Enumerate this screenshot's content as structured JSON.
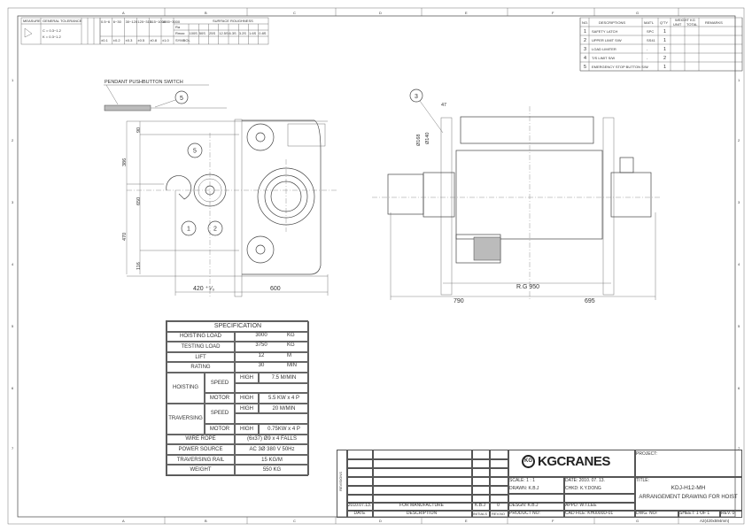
{
  "zones": {
    "cols": [
      "A",
      "B",
      "C",
      "D",
      "E",
      "F",
      "G"
    ],
    "rows": [
      "1",
      "2",
      "3",
      "4",
      "5",
      "6",
      "7"
    ]
  },
  "tolerance_table": {
    "headers": [
      "MEASURE",
      "GENERAL TOLERANCE"
    ],
    "tol_lines": [
      "C = 0.3~1.2",
      "K = 0.3~1.2"
    ],
    "ranges": [
      "0.5~6",
      "6~30",
      "30~120",
      "120~315",
      "315~1000",
      "1000~3000"
    ],
    "values": [
      "±0.1",
      "±0.2",
      "±0.3",
      "±0.5",
      "±0.8",
      "±1.0"
    ],
    "surface_title": "SURFACE ROUGHNESS",
    "rough_labels": [
      "Ra",
      "Rmax",
      "SYMBOL"
    ],
    "rough_values": [
      "100S",
      "50S",
      "25S",
      "12.5S",
      "6.3S",
      "3.2S",
      "1.6S",
      "0.8S"
    ]
  },
  "parts_list": {
    "headers": {
      "no": "NO.",
      "desc": "DESCRIPTIONS",
      "mat": "MAT'L",
      "qty": "Q'TY",
      "weight": "WEIGHT KG",
      "unit": "UNIT",
      "total": "TOTAL",
      "remarks": "REMARKS"
    },
    "rows": [
      {
        "no": "1",
        "desc": "SAFETY LATCH",
        "mat": "SPC",
        "qty": "1"
      },
      {
        "no": "2",
        "desc": "UPPER LIMIT S/W",
        "mat": "SS41",
        "qty": "1"
      },
      {
        "no": "3",
        "desc": "LOAD LIMITER",
        "mat": "-",
        "qty": "1"
      },
      {
        "no": "4",
        "desc": "T/S LIMIT S/W",
        "mat": "-",
        "qty": "2"
      },
      {
        "no": "5",
        "desc": "EMERGENCY STOP BUTTON S/W",
        "mat": "-",
        "qty": "1"
      }
    ]
  },
  "drawing": {
    "pendant_label": "PENDANT PUSHBUTTON SWITCH",
    "balloons": [
      "5",
      "5",
      "1",
      "2",
      "3"
    ],
    "dims_left": [
      "90",
      "386",
      "650",
      "470",
      "116"
    ],
    "dims_bottom_left": [
      "420 ⁺⁵⁄₀",
      "600"
    ],
    "dims_right": [
      "47",
      "Ø168",
      "Ø140",
      "R.G 950",
      "790",
      "695"
    ]
  },
  "spec": {
    "title": "SPECIFICATION",
    "rows": [
      {
        "label": "HOISTING LOAD",
        "value": "3000",
        "unit": "KG"
      },
      {
        "label": "TESTING LOAD",
        "value": "3750",
        "unit": "KG"
      },
      {
        "label": "LIFT",
        "value": "12",
        "unit": "M"
      },
      {
        "label": "RATING",
        "value": "30",
        "unit": "MIN"
      }
    ],
    "hoisting": {
      "label": "HOISTING",
      "speed": "SPEED",
      "motor": "MOTOR",
      "high": "HIGH",
      "speed_val": "7.5  M/MIN",
      "motor_val": "5.5 KW x 4 P"
    },
    "traversing": {
      "label": "TRAVERSING",
      "speed": "SPEED",
      "motor": "MOTOR",
      "high": "HIGH",
      "speed_val": "20  M/MIN",
      "motor_val": "0.75KW x 4 P"
    },
    "tail": [
      {
        "label": "WIRE ROPE",
        "value": "(6x37) Ø9 x 4 FALLS"
      },
      {
        "label": "POWER SOURCE",
        "value": "AC 3Ø  380 V  50Hz"
      },
      {
        "label": "TRAVERSING RAIL",
        "value": "15      KG/M"
      },
      {
        "label": "WEIGHT",
        "value": "550      KG"
      }
    ]
  },
  "title_block": {
    "revisions_label": "REVISIONS",
    "rev_entry": {
      "date": "2010.07.13.",
      "desc": "FOR MANUFACTURE",
      "initials": "K.B.J",
      "rev": "0"
    },
    "headers": {
      "date": "DATE",
      "desc": "DESCRIPTION",
      "initials": "INITIALS",
      "rev": "REV.NO"
    },
    "company": "KGCRANES",
    "logo_text": "KG",
    "scale": "SCALE:  1 : 1",
    "date": "DATE:  2010. 07. 13.",
    "drawn": "DRAWN:  K.B.J",
    "chkd": "CHKD:  K.Y.DONG",
    "desgn": "DESGN:  K.B.J",
    "appd": "APPD:  W.T.LEE",
    "product_no": "PRODUCT NO:",
    "cad_file": "CAD FILE:   KH0000D-01",
    "project": "PROJECT:",
    "title_label": "TITLE:",
    "title1": "KDJ-H12-MH",
    "title2": "ARRANGEMENT DRAWING FOR HOIST",
    "dwg_no": "DWG. NO:",
    "dwg_val": "-",
    "sheet": "SHEET: 1 OF 1",
    "rev": "REV.  0",
    "paper": "A2(420x594mm)"
  }
}
